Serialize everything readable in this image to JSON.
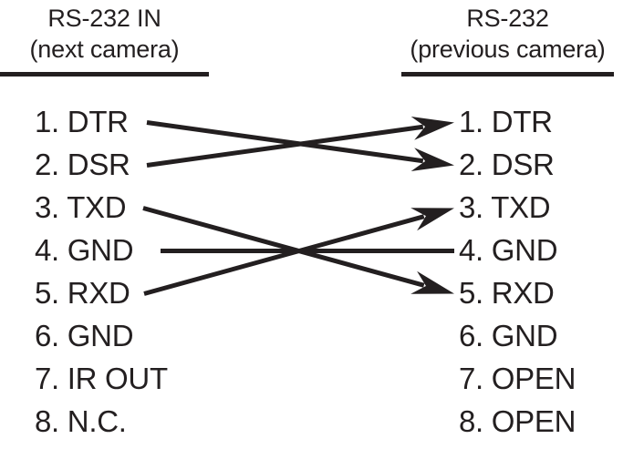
{
  "headers": {
    "left": {
      "line1": "RS-232 IN",
      "line2": "(next camera)"
    },
    "right": {
      "line1": "RS-232",
      "line2": "(previous camera)"
    }
  },
  "colors": {
    "ink": "#231f20",
    "background": "#ffffff"
  },
  "left_pins": [
    {
      "num": "1.",
      "label": "DTR"
    },
    {
      "num": "2.",
      "label": "DSR"
    },
    {
      "num": "3.",
      "label": "TXD"
    },
    {
      "num": "4.",
      "label": "GND"
    },
    {
      "num": "5.",
      "label": "RXD"
    },
    {
      "num": "6.",
      "label": "GND"
    },
    {
      "num": "7.",
      "label": "IR OUT"
    },
    {
      "num": "8.",
      "label": "N.C."
    }
  ],
  "right_pins": [
    {
      "num": "1.",
      "label": "DTR"
    },
    {
      "num": "2.",
      "label": "DSR"
    },
    {
      "num": "3.",
      "label": "TXD"
    },
    {
      "num": "4.",
      "label": "GND"
    },
    {
      "num": "5.",
      "label": "RXD"
    },
    {
      "num": "6.",
      "label": "GND"
    },
    {
      "num": "7.",
      "label": "OPEN"
    },
    {
      "num": "8.",
      "label": "OPEN"
    }
  ],
  "connections": [
    {
      "from_pin": 1,
      "to_pin": 2,
      "from_label": "DTR",
      "to_label": "DSR",
      "arrow": true
    },
    {
      "from_pin": 2,
      "to_pin": 1,
      "from_label": "DSR",
      "to_label": "DTR",
      "arrow": true
    },
    {
      "from_pin": 3,
      "to_pin": 5,
      "from_label": "TXD",
      "to_label": "RXD",
      "arrow": true
    },
    {
      "from_pin": 4,
      "to_pin": 4,
      "from_label": "GND",
      "to_label": "GND",
      "arrow": false
    },
    {
      "from_pin": 5,
      "to_pin": 3,
      "from_label": "RXD",
      "to_label": "TXD",
      "arrow": true
    }
  ]
}
